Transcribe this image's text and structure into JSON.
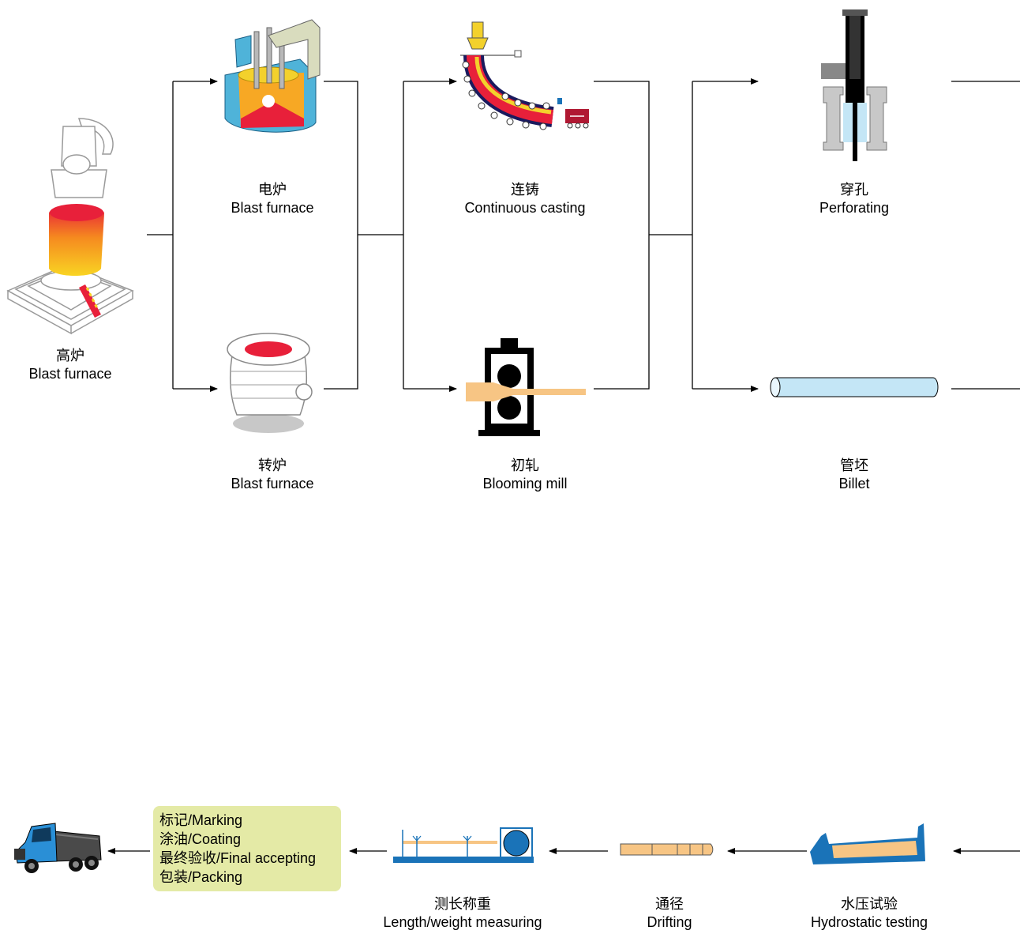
{
  "steps": {
    "blast_furnace": {
      "zh": "高炉",
      "en": "Blast furnace"
    },
    "electric_furnace": {
      "zh": "电炉",
      "en": "Blast furnace"
    },
    "converter": {
      "zh": "转炉",
      "en": "Blast furnace"
    },
    "continuous_casting": {
      "zh": "连铸",
      "en": "Continuous casting"
    },
    "blooming_mill": {
      "zh": "初轧",
      "en": "Blooming mill"
    },
    "perforating": {
      "zh": "穿孔",
      "en": "Perforating"
    },
    "billet": {
      "zh": "管坯",
      "en": "Billet"
    },
    "hydrostatic": {
      "zh": "水压试验",
      "en": "Hydrostatic testing"
    },
    "drifting": {
      "zh": "通径",
      "en": "Drifting"
    },
    "length_weight": {
      "zh": "测长称重",
      "en": "Length/weight measuring"
    }
  },
  "final_box": {
    "line1": "标记/Marking",
    "line2": "涂油/Coating",
    "line3": "最终验收/Final accepting",
    "line4": "包装/Packing"
  },
  "colors": {
    "molten_red": "#e8203a",
    "flame_orange": "#f58a1f",
    "flame_yellow": "#f9d423",
    "steel_blue": "#1a73b8",
    "pipe_light_blue": "#c4e6f6",
    "billet_tan": "#f7c584",
    "furnace_cyan": "#4fb3d9",
    "truck_blue": "#2a8fd6",
    "final_box_green": "#e4eaa6"
  }
}
